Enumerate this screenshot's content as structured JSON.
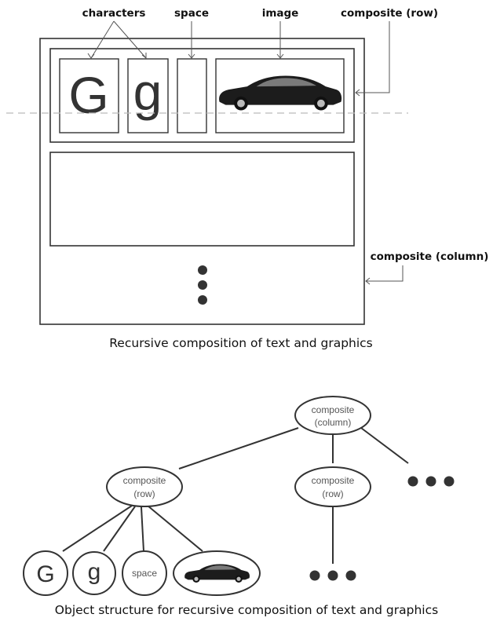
{
  "top": {
    "labels": {
      "characters": "characters",
      "space": "space",
      "image": "image",
      "composite_row": "composite (row)",
      "composite_column": "composite (column)"
    },
    "glyphs": [
      "G",
      "g"
    ],
    "image_icon": "car-icon",
    "caption": "Recursive composition of text and graphics"
  },
  "tree": {
    "root": [
      "composite",
      "(column)"
    ],
    "row_left": [
      "composite",
      "(row)"
    ],
    "row_mid": [
      "composite",
      "(row)"
    ],
    "leaves": [
      "G",
      "g",
      "space"
    ],
    "leaf_image_icon": "car-icon",
    "caption": "Object structure for recursive composition of text and graphics"
  },
  "colors": {
    "stroke": "#333333",
    "dashed_line": "#bbbbbb",
    "car_body": "#1c1c1c"
  }
}
